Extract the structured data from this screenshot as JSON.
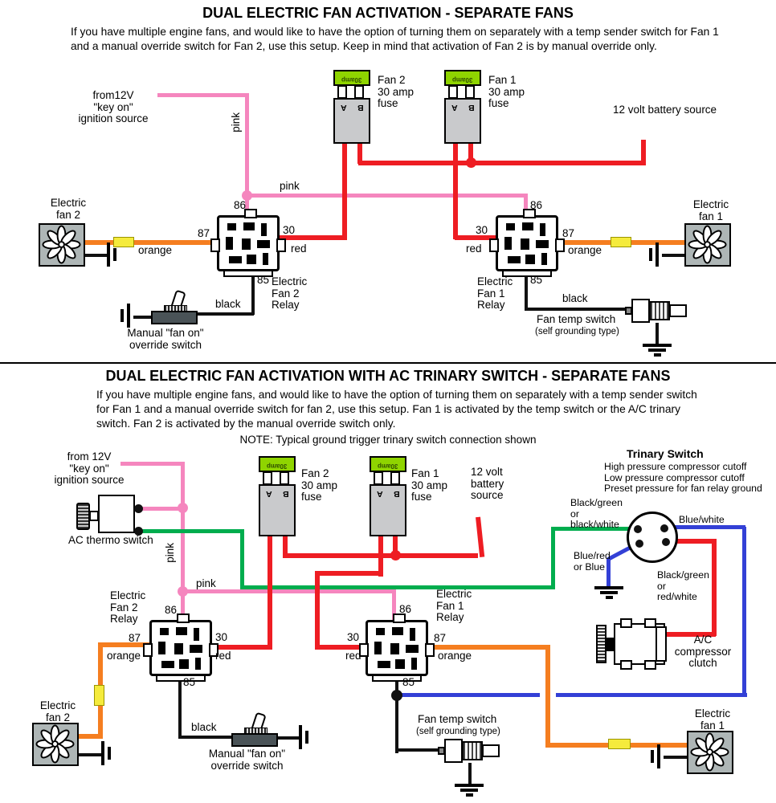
{
  "colors": {
    "pink": "#F586BE",
    "red": "#EE1D23",
    "orange": "#F57E20",
    "green": "#00AD4E",
    "blue": "#3340D6",
    "yellow_connector": "#F5EB3C",
    "fuse_green": "#8FD400",
    "holder_gray": "#C9CACC",
    "fan_gray": "#AEB6B6"
  },
  "shared": {
    "p30": "30",
    "p85": "85",
    "p86": "86",
    "p87": "87",
    "fuse_amp": "30amp",
    "pin_a": "A",
    "pin_b": "B",
    "pink": "pink",
    "red": "red",
    "orange": "orange",
    "black": "black"
  },
  "s1": {
    "title": "DUAL ELECTRIC FAN ACTIVATION - SEPARATE FANS",
    "desc": "If you have multiple engine fans, and would like to have the option of turning them on separately with a temp sender switch for Fan 1 and a manual override switch for Fan 2, use this setup. Keep in mind that activation of Fan 2 is by manual override only.",
    "ignition": [
      "from12V",
      "\"key on\"",
      "ignition source"
    ],
    "battery": "12 volt battery source",
    "fuse2": [
      "Fan 2",
      "30 amp",
      "fuse"
    ],
    "fuse1": [
      "Fan 1",
      "30 amp",
      "fuse"
    ],
    "fan2": [
      "Electric",
      "fan 2"
    ],
    "fan1": [
      "Electric",
      "fan 1"
    ],
    "relay2": [
      "Electric",
      "Fan 2",
      "Relay"
    ],
    "relay1": [
      "Electric",
      "Fan 1",
      "Relay"
    ],
    "override": [
      "Manual \"fan on\"",
      "override switch"
    ],
    "temp_switch": "Fan temp switch",
    "temp_switch_sub": "(self grounding type)"
  },
  "s2": {
    "title": "DUAL ELECTRIC FAN ACTIVATION WITH AC TRINARY SWITCH - SEPARATE FANS",
    "desc": "If you have multiple engine fans, and would like to have the option of turning them on separately with a temp sender switch for Fan 1 and a manual override switch for fan 2, use this setup. Fan 1 is activated by the temp switch or the A/C trinary switch. Fan 2 is activated by  the manual override switch only.",
    "note": "NOTE:  Typical ground trigger trinary switch connection shown",
    "ignition": [
      "from 12V",
      "\"key on\"",
      "ignition source"
    ],
    "thermo": "AC thermo switch",
    "battery": [
      "12 volt",
      "battery",
      "source"
    ],
    "fuse2": [
      "Fan 2",
      "30 amp",
      "fuse"
    ],
    "fuse1": [
      "Fan 1",
      "30 amp",
      "fuse"
    ],
    "trinary_title": "Trinary Switch",
    "trinary_lines": [
      "High pressure compressor cutoff",
      "Low pressure compressor cutoff",
      "Preset pressure for fan relay ground"
    ],
    "wire_bg_bw": [
      "Black/green",
      "or",
      "black/white"
    ],
    "wire_bw": "Blue/white",
    "wire_br": [
      "Blue/red",
      "or Blue"
    ],
    "wire_bg_rw": [
      "Black/green",
      "or",
      "red/white"
    ],
    "compressor": [
      "A/C",
      "compressor",
      "clutch"
    ],
    "relay2": [
      "Electric",
      "Fan 2",
      "Relay"
    ],
    "relay1": [
      "Electric",
      "Fan 1",
      "Relay"
    ],
    "fan2": [
      "Electric",
      "fan 2"
    ],
    "fan1": [
      "Electric",
      "fan 1"
    ],
    "override": [
      "Manual \"fan on\"",
      "override switch"
    ],
    "temp_switch": "Fan temp switch",
    "temp_switch_sub": "(self grounding type)"
  }
}
